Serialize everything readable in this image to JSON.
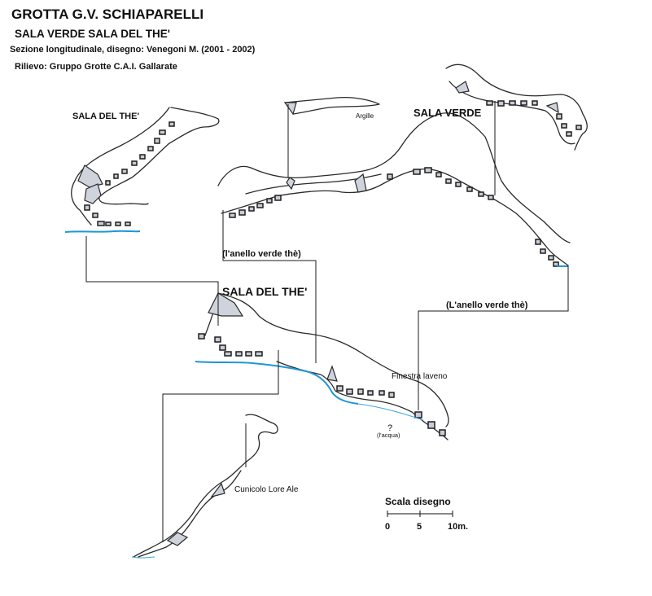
{
  "header": {
    "title": "GROTTA G.V. SCHIAPARELLI",
    "subtitle": "SALA VERDE SALA DEL THE'",
    "section_line": "Sezione longitudinale, disegno: Venegoni M.  (2001 - 2002)",
    "survey_line": "Rilievo: Gruppo Grotte C.A.I. Gallarate"
  },
  "labels": {
    "sala_del_the_upper": "SALA DEL THE'",
    "sala_verde": "SALA VERDE",
    "argille": "Argille",
    "anello_verde_the_left": "(l'anello verde thè)",
    "sala_del_the_main": "SALA DEL THE'",
    "anello_verde_the_right": "(L'anello verde thè)",
    "finestra_laveno": "Finestra laveno",
    "question": "?",
    "acqua": "(l'acqua)",
    "cunicolo": "Cunicolo Lore Ale"
  },
  "scale": {
    "title": "Scala disegno",
    "ticks": [
      "0",
      "5",
      "10m."
    ]
  },
  "colors": {
    "wall": "#2a2a2a",
    "rock_fill": "#cfd3dc",
    "water": "#1e96d8"
  }
}
